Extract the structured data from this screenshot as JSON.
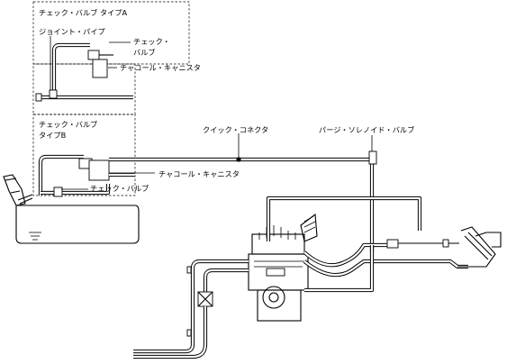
{
  "labels": {
    "type_a": "チェック・バルブ タイプA",
    "joint_pipe": "ジョイント・パイプ",
    "check_valve_1": "チェック・",
    "check_valve_2": "バルブ",
    "canister_a": "チャコール・キャニスタ",
    "type_b_1": "チェック・バルブ",
    "type_b_2": "タイプB",
    "quick_connector": "クイック・コネクタ",
    "purge_solenoid": "パージ・ソレノイド・バルブ",
    "canister_b": "チャコール・キャニスタ",
    "check_valve_b": "チェック・バルブ"
  }
}
